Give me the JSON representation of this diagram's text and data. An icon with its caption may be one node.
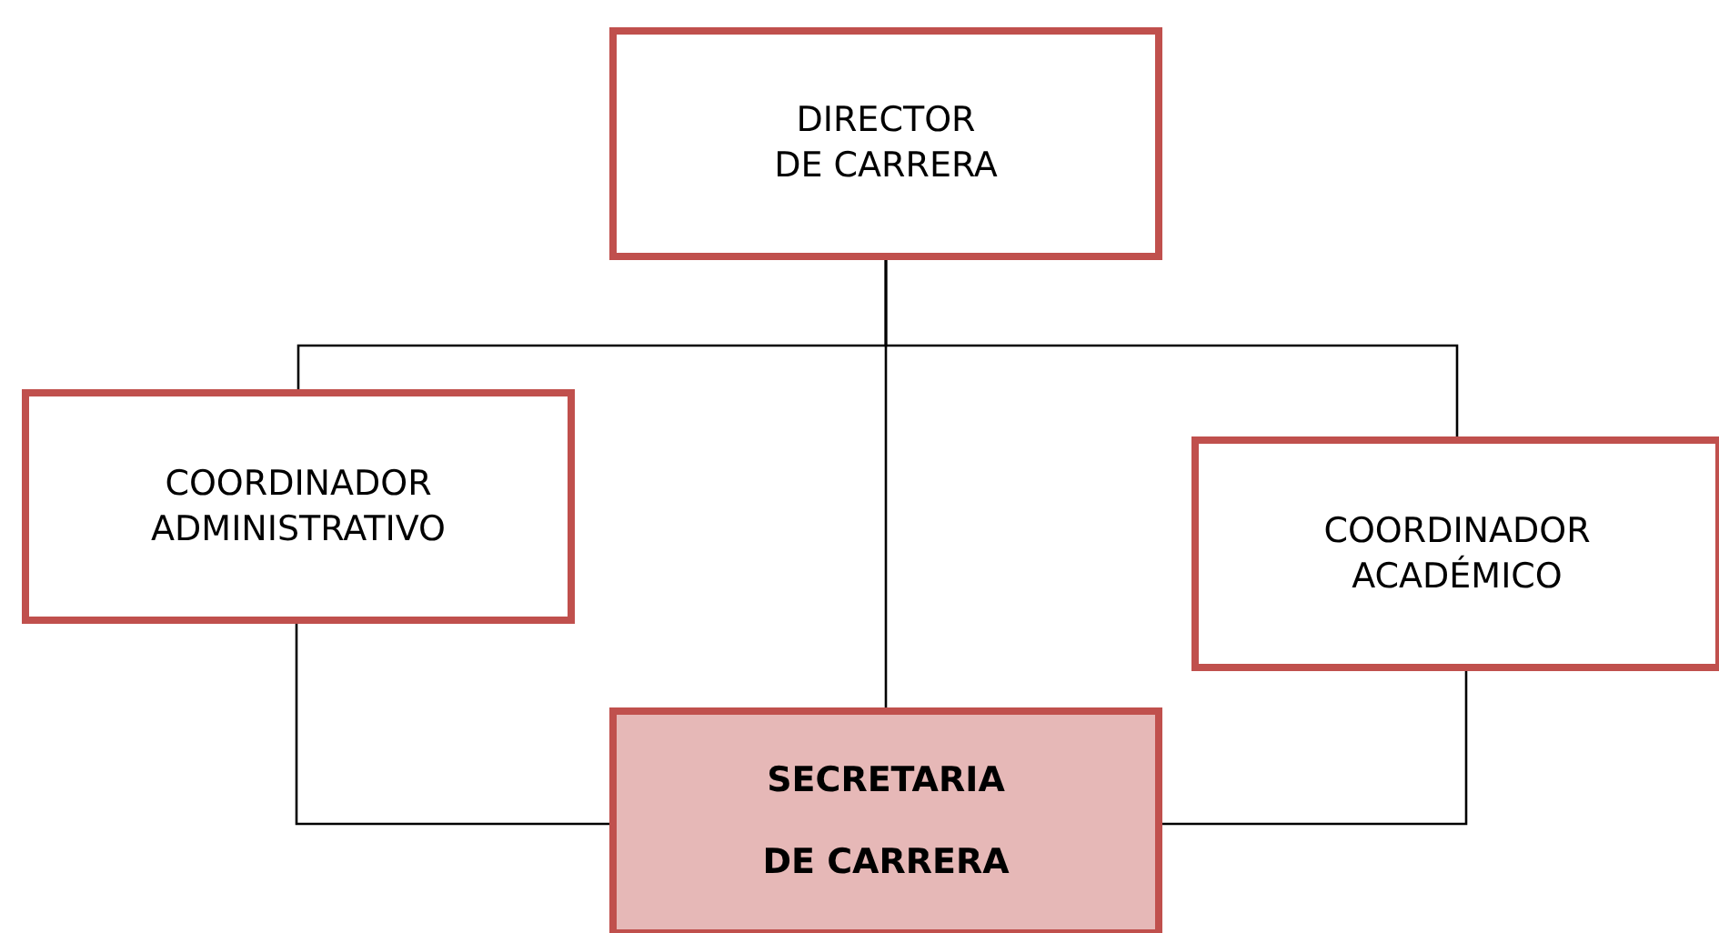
{
  "diagram": {
    "nodes": [
      {
        "text": [
          "DIRECTOR DE CARRERA"
        ]
      },
      {
        "text": [
          "COORDINADOR ADMINISTRATIVO"
        ]
      },
      {
        "text": [
          "COORDINADOR ACADÉMICO"
        ]
      },
      {
        "text": [
          "SECRETARIA",
          "DE CARRERA"
        ]
      }
    ],
    "edges": [
      {
        "from": 0,
        "to": 1,
        "arrow": "none"
      },
      {
        "from": 0,
        "to": 2,
        "arrow": "none"
      },
      {
        "from": 0,
        "to": 3,
        "arrow": "none"
      },
      {
        "from": 1,
        "to": 3,
        "arrow": "none"
      },
      {
        "from": 2,
        "to": 3,
        "arrow": "none"
      }
    ]
  }
}
